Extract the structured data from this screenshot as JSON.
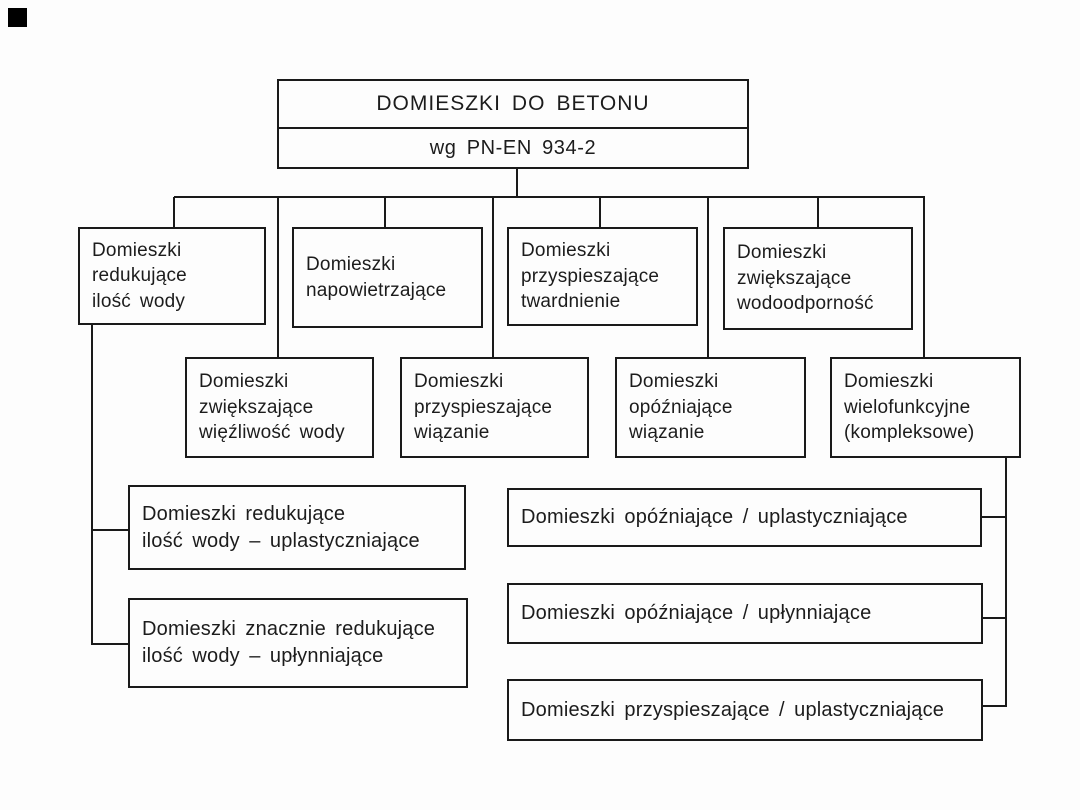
{
  "diagram": {
    "root": {
      "title": "DOMIESZKI DO BETONU",
      "subtitle": "wg PN-EN 934-2"
    },
    "nodes": {
      "l2_1": "Domieszki\nredukujące\nilość wody",
      "l2_2": "Domieszki\nnapowietrzające",
      "l2_3": "Domieszki\nprzyspieszające\ntwardnienie",
      "l2_4": "Domieszki\nzwiększające\nwodoodporność",
      "l3_1": "Domieszki\nzwiększające\nwięźliwość wody",
      "l3_2": "Domieszki\nprzyspieszające\nwiązanie",
      "l3_3": "Domieszki\nopóźniające\nwiązanie",
      "l3_4": "Domieszki\nwielofunkcyjne\n(kompleksowe)",
      "left_1": "Domieszki redukujące\nilość wody – uplastyczniające",
      "left_2": "Domieszki znacznie redukujące\nilość wody – upłynniające",
      "right_1": "Domieszki opóźniające / uplastyczniające",
      "right_2": "Domieszki opóźniające / upłynniające",
      "right_3": "Domieszki przyspieszające / uplastyczniające"
    },
    "colors": {
      "line": "#1a1a1a",
      "text": "#1c1c1c",
      "background": "#fdfdfd"
    }
  }
}
